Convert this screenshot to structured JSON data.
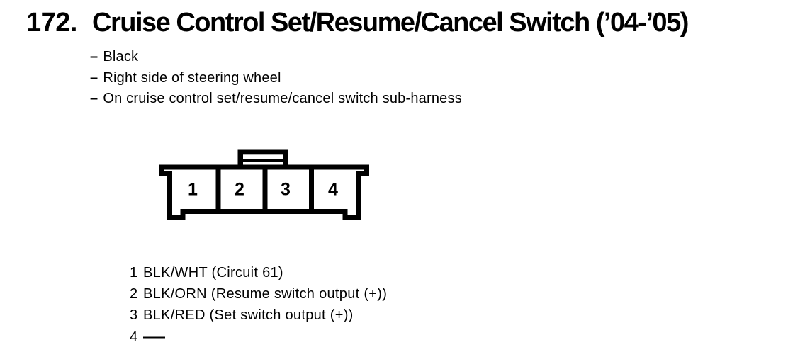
{
  "palette": {
    "paper": "#ffffff",
    "ink": "#000000"
  },
  "header": {
    "number": "172.",
    "title": "Cruise Control Set/Resume/Cancel Switch (’04-’05)"
  },
  "notes": {
    "bullet_char": "–",
    "items": [
      "Black",
      "Right side of steering wheel",
      "On cruise control set/resume/cancel switch sub-harness"
    ]
  },
  "connector": {
    "description": "4-cavity connector, front view, with top lock tab",
    "pins": [
      "1",
      "2",
      "3",
      "4"
    ]
  },
  "pin_list": {
    "rows": [
      {
        "num": "1",
        "label": "BLK/WHT (Circuit 61)"
      },
      {
        "num": "2",
        "label": "BLK/ORN (Resume switch output (+))"
      },
      {
        "num": "3",
        "label": "BLK/RED (Set switch output (+))"
      },
      {
        "num": "4",
        "label": "—"
      }
    ]
  }
}
